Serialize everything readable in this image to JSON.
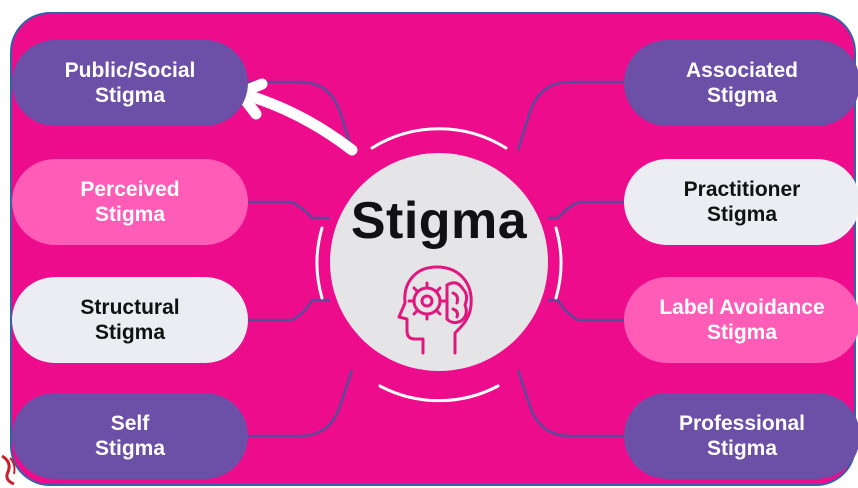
{
  "center": {
    "title": "Stigma",
    "icon": "head-gear-brain-icon"
  },
  "nodes": [
    {
      "id": "public-social",
      "label": "Public/Social\nStigma",
      "style": "purple"
    },
    {
      "id": "perceived",
      "label": "Perceived\nStigma",
      "style": "pink"
    },
    {
      "id": "structural",
      "label": "Structural\nStigma",
      "style": "light"
    },
    {
      "id": "self",
      "label": "Self\nStigma",
      "style": "purple"
    },
    {
      "id": "associated",
      "label": "Associated\nStigma",
      "style": "purple"
    },
    {
      "id": "practitioner",
      "label": "Practitioner\nStigma",
      "style": "light"
    },
    {
      "id": "label-avoidance",
      "label": "Label Avoidance\nStigma",
      "style": "pink"
    },
    {
      "id": "professional",
      "label": "Professional\nStigma",
      "style": "purple"
    }
  ],
  "colors": {
    "background": "#ec0c8c",
    "border": "#2f64a8",
    "purple": "#6c4fa6",
    "pink": "#ff5cb8",
    "light": "#ecedf2",
    "hub": "#e5e5e8",
    "connector": "#5a4a9a",
    "icon": "#e0187e"
  }
}
